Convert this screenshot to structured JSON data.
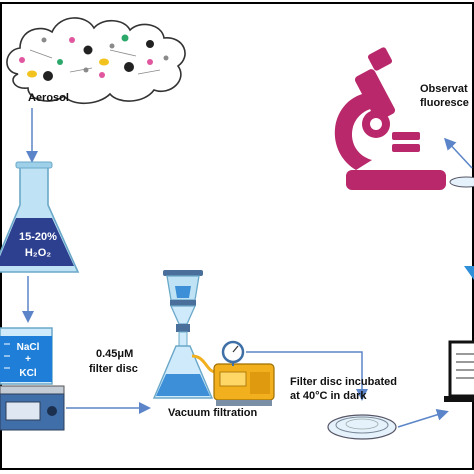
{
  "labels": {
    "aerosol": "Aerosol",
    "h2o2_pct": "15-20%",
    "h2o2_formula": "H₂O₂",
    "nacl": "NaCl",
    "plus": "+",
    "kcl": "KCl",
    "filter_size": "0.45μM",
    "filter_disc": "filter disc",
    "vacuum": "Vacuum filtration",
    "incubated_line1": "Filter disc incubated",
    "incubated_line2": "at 40°C in dark",
    "observe_line1": "Observat",
    "observe_line2": "fluoresce"
  },
  "icons": [
    "cloud-icon",
    "flask-icon",
    "beaker-icon",
    "hot-plate-icon",
    "filtration-funnel-icon",
    "vacuum-pump-icon",
    "petri-dish-icon",
    "microscope-icon",
    "laptop-icon"
  ],
  "colors": {
    "frame": "#000000",
    "arrow": "#5b85c8",
    "h2o2_liquid": "#2d3f8f",
    "beaker_liquid": "#1f7fd8",
    "microscope": "#b8286a",
    "pump": "#f2b01e",
    "glass": "#bfe3f5"
  }
}
